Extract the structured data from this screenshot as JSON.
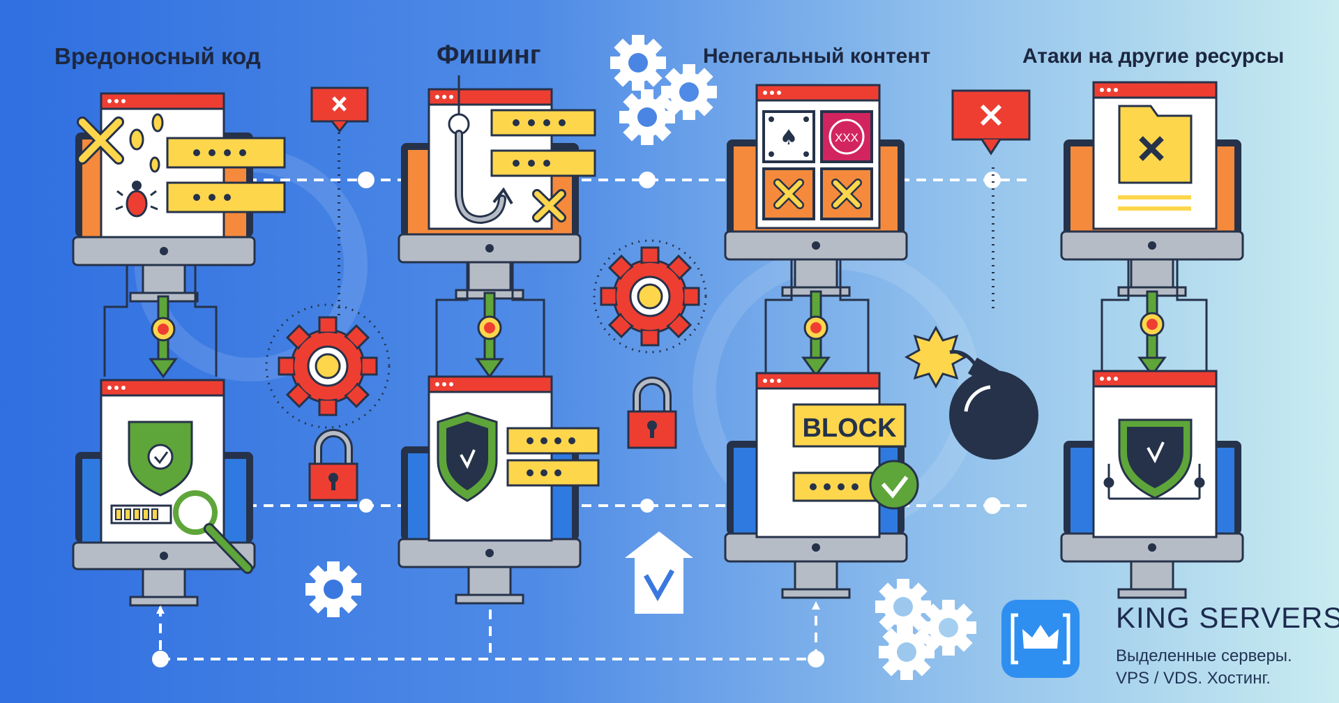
{
  "titles": [
    "Вредоносный код",
    "Фишинг",
    "Нелегальный контент",
    "Атаки на другие ресурсы"
  ],
  "block_label": "BLOCK",
  "xxx_label": "XXX",
  "brand": {
    "name": "KING SERVERS",
    "tagline_1": "Выделенные серверы.",
    "tagline_2": "VPS / VDS. Хостинг."
  },
  "colors": {
    "background_left": "#2f6fe0",
    "background_right": "#c9ecf0",
    "title_text": "#1c2740",
    "accent_red": "#ee3e32",
    "accent_yellow": "#fdd64c",
    "accent_green": "#5ea53a",
    "monitor_gray": "#b6bcc6",
    "dark_outline": "#25324a"
  },
  "icons": [
    "bug-icon",
    "fishing-hook-icon",
    "shield-check-icon",
    "magnifier-icon",
    "padlock-icon",
    "gear-icon",
    "bomb-icon",
    "folder-x-icon",
    "house-check-icon",
    "alert-x-icon",
    "crown-logo-icon"
  ]
}
